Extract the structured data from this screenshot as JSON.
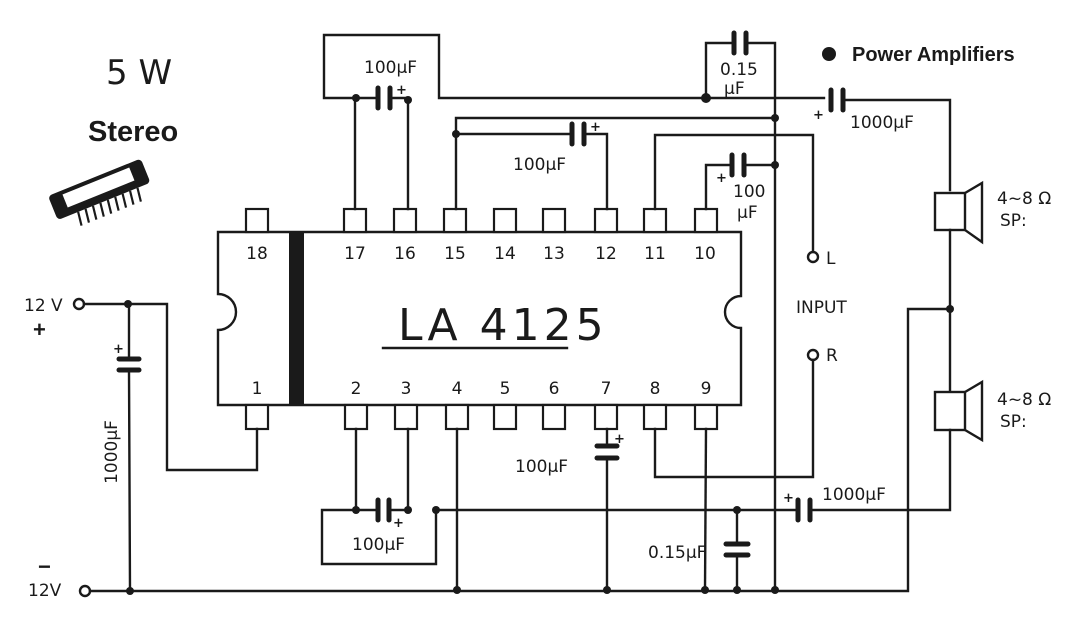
{
  "title": {
    "power": "5 W",
    "mode": "Stereo"
  },
  "legend": {
    "bullet_label": "Power Amplifiers"
  },
  "ic": {
    "part_number": "LA 4125",
    "top_pins": [
      "18",
      "17",
      "16",
      "15",
      "14",
      "13",
      "12",
      "11",
      "10"
    ],
    "bottom_pins": [
      "1",
      "2",
      "3",
      "4",
      "5",
      "6",
      "7",
      "8",
      "9"
    ]
  },
  "supply": {
    "positive_label": "12 V",
    "positive_sign": "+",
    "negative_label": "12V",
    "negative_sign": "−"
  },
  "input": {
    "label": "INPUT",
    "left": "L",
    "right": "R"
  },
  "components": {
    "c_supply": "1000μF",
    "c_17_16": "100μF",
    "c_15_12": "100μF",
    "c_out_top_a": "0.15",
    "c_out_top_b": "μF",
    "c_10_a": "100",
    "c_10_b": "μF",
    "c_out_left": "1000μF",
    "c_pin7": "100μF",
    "c_2_3": "100μF",
    "c_out_bottom_filter": "0.15μF",
    "c_out_right": "1000μF",
    "speaker_top_ohms": "4~8 Ω",
    "speaker_top_label": "SP:",
    "speaker_bottom_ohms": "4~8 Ω",
    "speaker_bottom_label": "SP:"
  }
}
